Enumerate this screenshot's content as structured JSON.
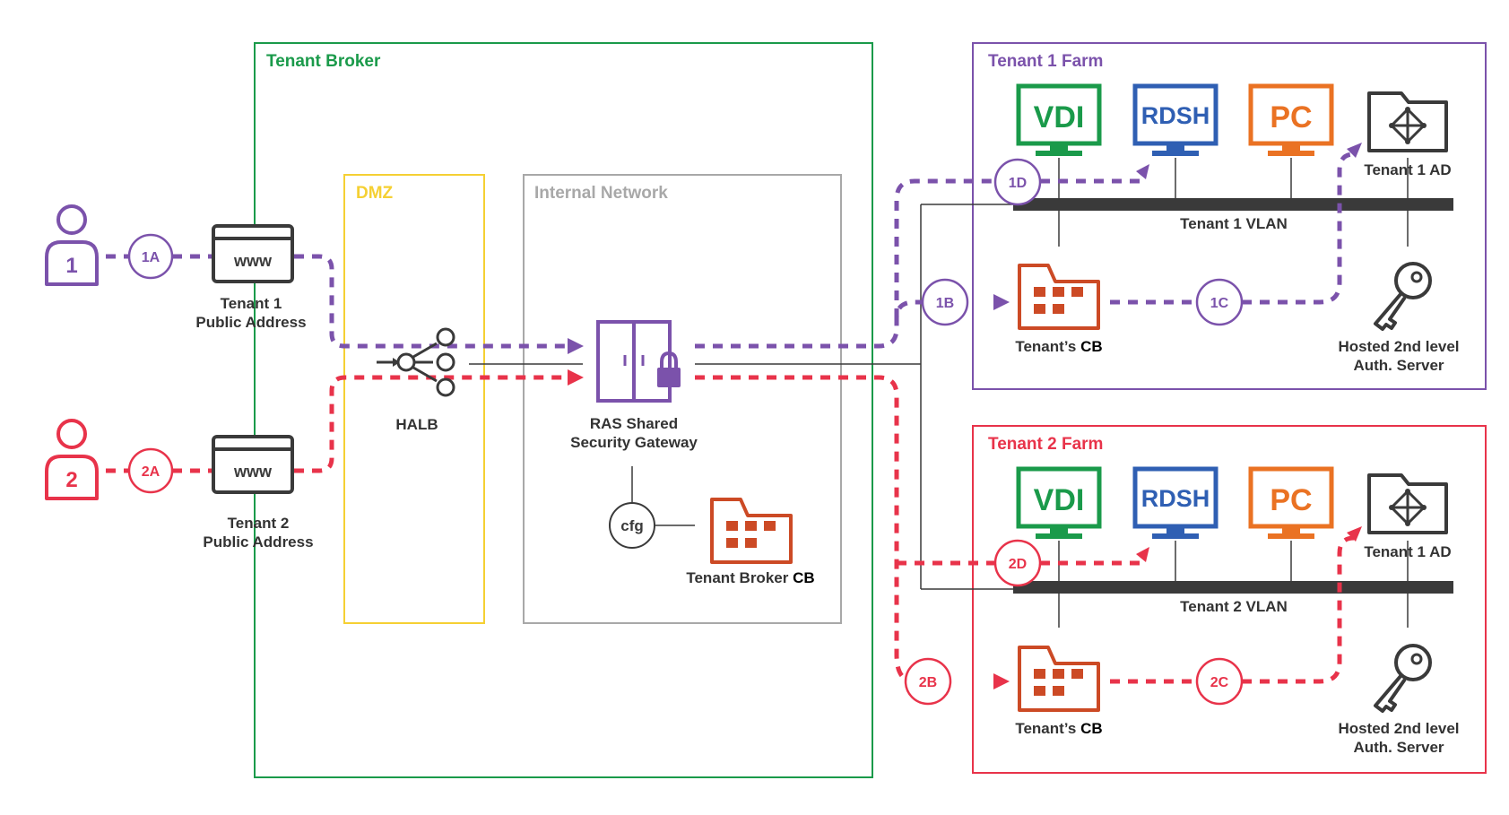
{
  "boxes": {
    "broker": "Tenant Broker",
    "dmz": "DMZ",
    "internal": "Internal Network",
    "farm1": "Tenant 1 Farm",
    "farm2": "Tenant 2 Farm"
  },
  "users": {
    "u1": "1",
    "u2": "2"
  },
  "steps": {
    "s1a": "1A",
    "s1b": "1B",
    "s1c": "1C",
    "s1d": "1D",
    "s2a": "2A",
    "s2b": "2B",
    "s2c": "2C",
    "s2d": "2D"
  },
  "www": "www",
  "addresses": {
    "t1_line1": "Tenant 1",
    "t1_line2": "Public Address",
    "t2_line1": "Tenant 2",
    "t2_line2": "Public Address"
  },
  "halb": "HALB",
  "gateway": {
    "line1": "RAS Shared",
    "line2": "Security Gateway"
  },
  "cfg": "cfg",
  "broker_cb": {
    "prefix": "Tenant Broker ",
    "suffix": "CB"
  },
  "farm1": {
    "vdi": "VDI",
    "rdsh": "RDSH",
    "pc": "PC",
    "ad": "Tenant 1 AD",
    "vlan": "Tenant 1 VLAN",
    "cb_prefix": "Tenant’s ",
    "cb_suffix": "CB",
    "auth_line1": "Hosted 2nd level",
    "auth_line2": "Auth. Server"
  },
  "farm2": {
    "vdi": "VDI",
    "rdsh": "RDSH",
    "pc": "PC",
    "ad": "Tenant 1 AD",
    "vlan": "Tenant 2 VLAN",
    "cb_prefix": "Tenant’s ",
    "cb_suffix": "CB",
    "auth_line1": "Hosted 2nd level",
    "auth_line2": "Auth. Server"
  },
  "colors": {
    "broker_green": "#1a9a4a",
    "dmz_yellow": "#f5d033",
    "internal_gray": "#a8a8a8",
    "tenant1_purple": "#7b52ab",
    "tenant2_red": "#e8334a",
    "vdi_green": "#1a9a4a",
    "rdsh_blue": "#2f5fb3",
    "pc_orange": "#ea7223",
    "cb_rust": "#cc4a25",
    "dark": "#3a3a3a"
  }
}
